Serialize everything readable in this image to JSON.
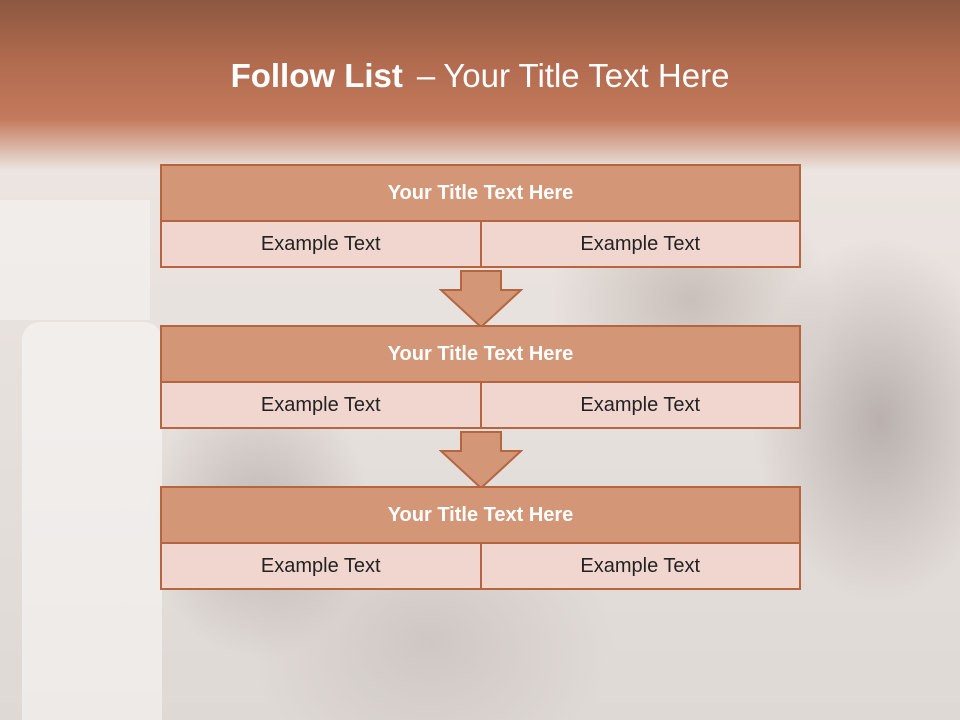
{
  "slide": {
    "title_bold": "Follow List",
    "title_sep": "–",
    "title_rest": "Your Title Text Here"
  },
  "blocks": [
    {
      "title": "Your Title Text Here",
      "left": "Example Text",
      "right": "Example Text"
    },
    {
      "title": "Your Title Text Here",
      "left": "Example Text",
      "right": "Example Text"
    },
    {
      "title": "Your Title Text Here",
      "left": "Example Text",
      "right": "Example Text"
    }
  ],
  "colors": {
    "header": "#b06a4e",
    "block_title_fill": "#d39778",
    "cell_fill": "#f0d6cf",
    "border": "#b5653f",
    "arrow_fill": "#d39778"
  }
}
